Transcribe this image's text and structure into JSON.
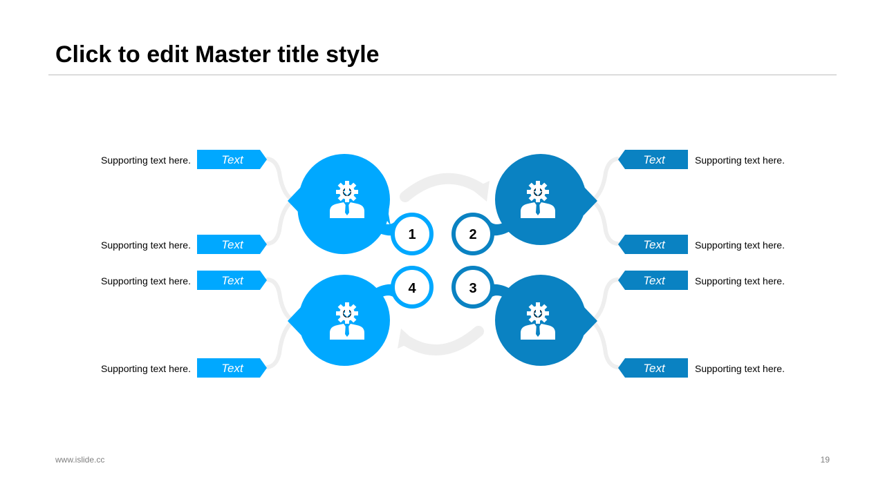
{
  "slide": {
    "title": "Click to edit Master title style",
    "footer": "www.islide.cc",
    "page_number": "19"
  },
  "colors": {
    "light_blue": "#00a8ff",
    "dark_blue": "#0a82c2",
    "connector_gray": "#eeeeee"
  },
  "steps": [
    {
      "number": "1",
      "icon": "businessman-gear-icon",
      "tags": [
        {
          "label": "Text",
          "support": "Supporting text here."
        },
        {
          "label": "Text",
          "support": "Supporting text here."
        }
      ]
    },
    {
      "number": "2",
      "icon": "businessman-gear-icon",
      "tags": [
        {
          "label": "Text",
          "support": "Supporting text here."
        },
        {
          "label": "Text",
          "support": "Supporting text here."
        }
      ]
    },
    {
      "number": "3",
      "icon": "businessman-gear-icon",
      "tags": [
        {
          "label": "Text",
          "support": "Supporting text here."
        },
        {
          "label": "Text",
          "support": "Supporting text here."
        }
      ]
    },
    {
      "number": "4",
      "icon": "businessman-gear-icon",
      "tags": [
        {
          "label": "Text",
          "support": "Supporting text here."
        },
        {
          "label": "Text",
          "support": "Supporting text here."
        }
      ]
    }
  ]
}
